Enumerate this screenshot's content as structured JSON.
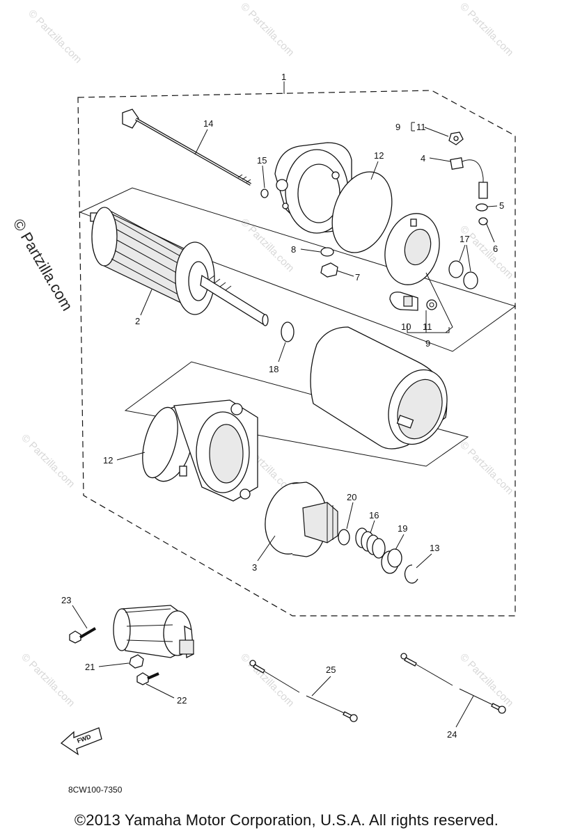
{
  "watermark": {
    "text": "© Partzilla.com"
  },
  "callouts": {
    "c1": "1",
    "c2": "2",
    "c3": "3",
    "c4": "4",
    "c5": "5",
    "c6": "6",
    "c7": "7",
    "c8": "8",
    "c9a": "9",
    "c9b": "9",
    "c10": "10",
    "c11a": "11",
    "c11b": "11",
    "c12a": "12",
    "c12b": "12",
    "c13": "13",
    "c14": "14",
    "c15": "15",
    "c16": "16",
    "c17": "17",
    "c18": "18",
    "c19": "19",
    "c20": "20",
    "c21": "21",
    "c22": "22",
    "c23": "23",
    "c24": "24",
    "c25": "25"
  },
  "fwd_label": "FWD",
  "reference_code": "8CW100-7350",
  "copyright": "©2013  Yamaha Motor Corporation, U.S.A. All rights reserved."
}
